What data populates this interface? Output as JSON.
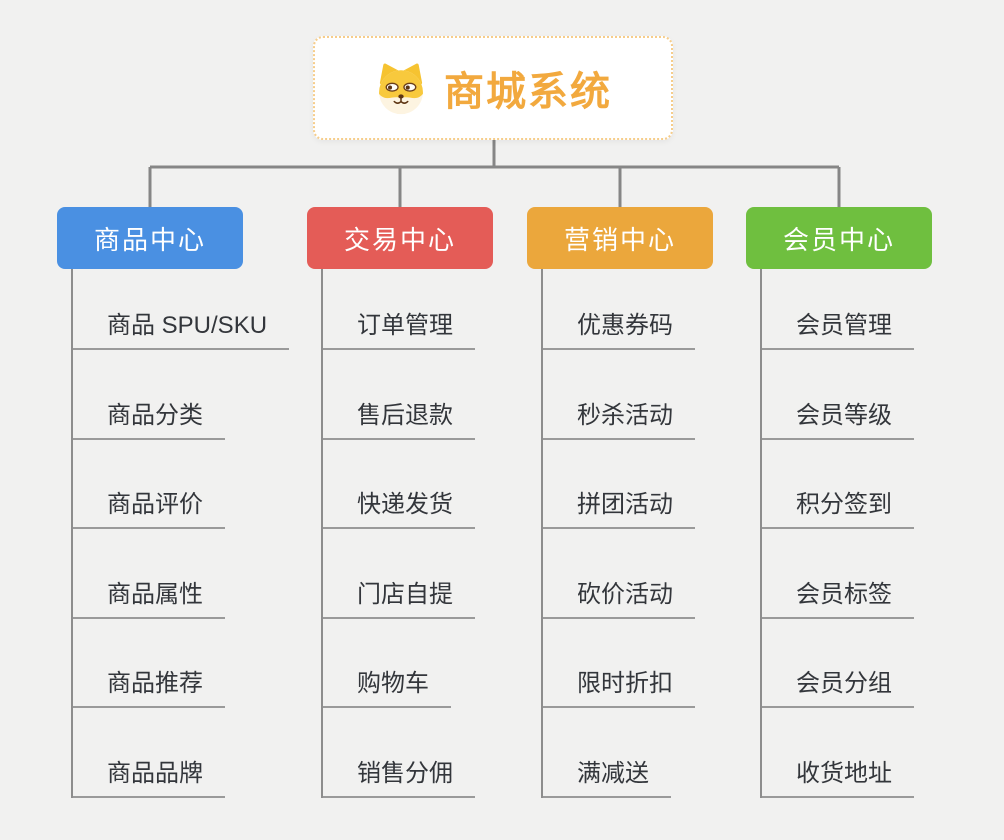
{
  "root": {
    "title": "商城系统",
    "icon": "dog-face-icon"
  },
  "branches": [
    {
      "label": "商品中心",
      "color": "#4a90e2",
      "children": [
        "商品 SPU/SKU",
        "商品分类",
        "商品评价",
        "商品属性",
        "商品推荐",
        "商品品牌"
      ]
    },
    {
      "label": "交易中心",
      "color": "#e45c57",
      "children": [
        "订单管理",
        "售后退款",
        "快递发货",
        "门店自提",
        "购物车",
        "销售分佣"
      ]
    },
    {
      "label": "营销中心",
      "color": "#eba73c",
      "children": [
        "优惠券码",
        "秒杀活动",
        "拼团活动",
        "砍价活动",
        "限时折扣",
        "满减送"
      ]
    },
    {
      "label": "会员中心",
      "color": "#6fbf3f",
      "children": [
        "会员管理",
        "会员等级",
        "积分签到",
        "会员标签",
        "会员分组",
        "收货地址"
      ]
    }
  ],
  "colors": {
    "background": "#f1f1f0",
    "connector": "#868686",
    "root_text": "#f2a93e",
    "root_border": "#f6cd8b",
    "item_text": "#33363b",
    "item_underline": "#9a9a9a"
  }
}
